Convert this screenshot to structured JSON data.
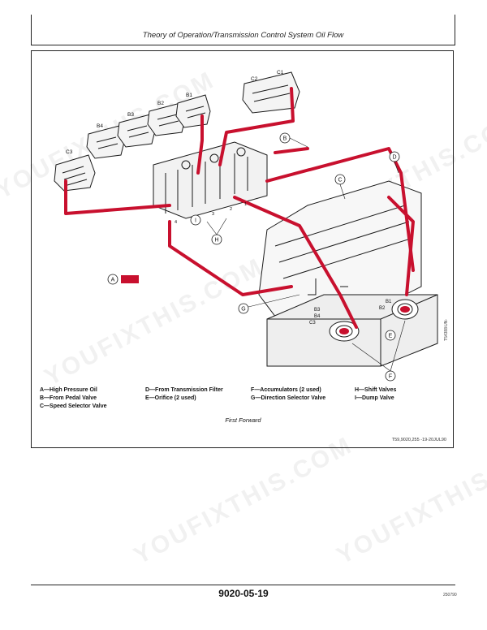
{
  "header": {
    "title": "Theory of Operation/Transmission Control System Oil Flow"
  },
  "diagram": {
    "clutch_labels": [
      "C3",
      "B4",
      "B3",
      "B2",
      "B1",
      "C2",
      "C1"
    ],
    "callouts": [
      "A",
      "B",
      "C",
      "D",
      "E",
      "F",
      "G",
      "H",
      "I"
    ],
    "valve_numbers": [
      "4",
      "3",
      "2",
      "1"
    ],
    "lower_labels": {
      "b3": "B3",
      "b4": "B4",
      "c3": "C3",
      "b1": "B1",
      "b2": "B2"
    },
    "high_pressure_color": "#c8102e"
  },
  "legend": {
    "col1": [
      "A—High Pressure Oil",
      "B—From Pedal Valve",
      "C—Speed Selector Valve"
    ],
    "col2": [
      "D—From Transmission Filter",
      "E—Orifice (2 used)"
    ],
    "col3": [
      "F—Accumulators (2 used)",
      "G—Direction Selector Valve"
    ],
    "col4": [
      "H—Shift Valves",
      "I—Dump Valve"
    ]
  },
  "caption": "First Forward",
  "figure_ref": "T59,9020,255   -19-20JUL90",
  "side_code": "T54388",
  "side_code2": "-UN-",
  "footer": {
    "page_number": "9020-05-19",
    "doc_code": "250790"
  },
  "watermark": "YOUFIXTHIS.COM"
}
